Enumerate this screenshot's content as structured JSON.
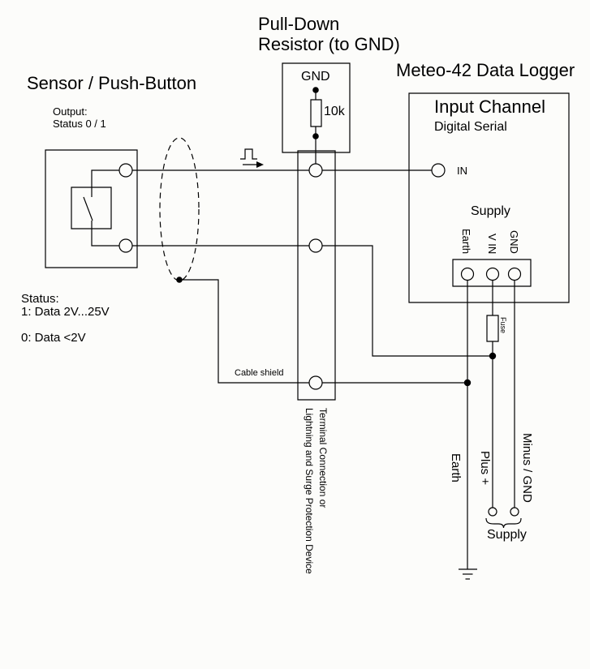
{
  "background": "#fcfcfa",
  "line_color": "#000000",
  "titles": {
    "sensor": "Sensor / Push-Button",
    "pulldown": "Pull-Down\nResistor (to GND)",
    "logger": "Meteo-42 Data Logger"
  },
  "sensor": {
    "output": "Output:\nStatus 0 / 1",
    "status": "Status:\n1: Data 2V...25V\n\n0: Data <2V"
  },
  "pulldown": {
    "gnd": "GND",
    "value": "10k"
  },
  "input_channel": {
    "title": "Input Channel",
    "subtitle": "Digital Serial",
    "in_label": "IN",
    "supply_label": "Supply",
    "terminal_earth": "Earth",
    "terminal_vin": "V IN",
    "terminal_gnd": "GND"
  },
  "wiring": {
    "cable_shield": "Cable shield",
    "surge_device": "Terminal Connection or\nLightning and Surge Protection Device",
    "fuse": "Fuse",
    "earth": "Earth",
    "plus": "Plus +",
    "minus": "Minus / GND",
    "supply": "Supply"
  }
}
